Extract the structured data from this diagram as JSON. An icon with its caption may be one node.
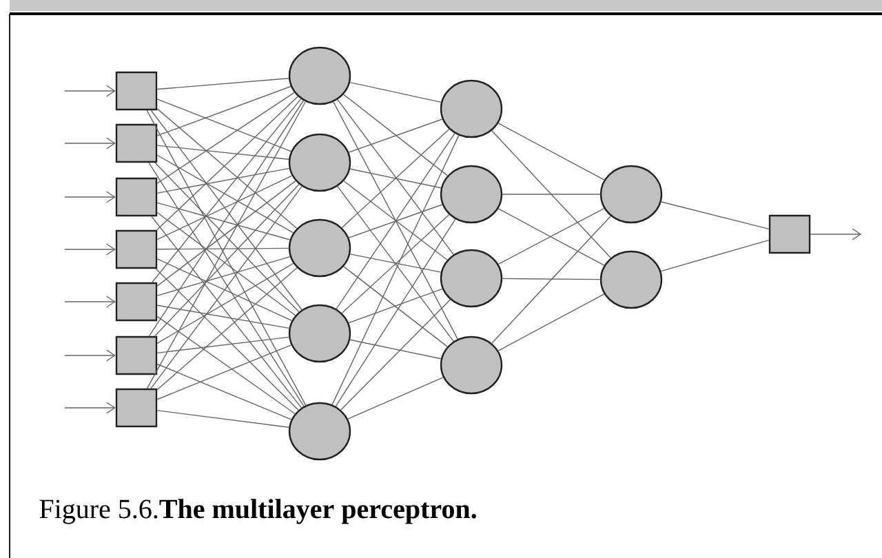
{
  "diagram": {
    "caption": "Figure 5.6.**The multilayer perceptron.**",
    "nodes": [
      {
        "text": [],
        "shape": "box"
      },
      {
        "text": [],
        "shape": "box"
      },
      {
        "text": [],
        "shape": "box"
      },
      {
        "text": [],
        "shape": "box"
      },
      {
        "text": [],
        "shape": "box"
      },
      {
        "text": [],
        "shape": "box"
      },
      {
        "text": [],
        "shape": "box"
      },
      {
        "text": [],
        "shape": "circle"
      },
      {
        "text": [],
        "shape": "circle"
      },
      {
        "text": [],
        "shape": "circle"
      },
      {
        "text": [],
        "shape": "circle"
      },
      {
        "text": [],
        "shape": "circle"
      },
      {
        "text": [],
        "shape": "circle"
      },
      {
        "text": [],
        "shape": "circle"
      },
      {
        "text": [],
        "shape": "circle"
      },
      {
        "text": [],
        "shape": "circle"
      },
      {
        "text": [],
        "shape": "circle"
      },
      {
        "text": [],
        "shape": "circle"
      },
      {
        "text": [],
        "shape": "box"
      }
    ],
    "edges": [
      {
        "from": null,
        "to": 0,
        "arrow": "to"
      },
      {
        "from": null,
        "to": 1,
        "arrow": "to"
      },
      {
        "from": null,
        "to": 2,
        "arrow": "to"
      },
      {
        "from": null,
        "to": 3,
        "arrow": "to"
      },
      {
        "from": null,
        "to": 4,
        "arrow": "to"
      },
      {
        "from": null,
        "to": 5,
        "arrow": "to"
      },
      {
        "from": null,
        "to": 6,
        "arrow": "to"
      },
      {
        "from": 0,
        "to": 7,
        "arrow": "none"
      },
      {
        "from": 0,
        "to": 8,
        "arrow": "none"
      },
      {
        "from": 0,
        "to": 9,
        "arrow": "none"
      },
      {
        "from": 0,
        "to": 10,
        "arrow": "none"
      },
      {
        "from": 0,
        "to": 11,
        "arrow": "none"
      },
      {
        "from": 1,
        "to": 7,
        "arrow": "none"
      },
      {
        "from": 1,
        "to": 8,
        "arrow": "none"
      },
      {
        "from": 1,
        "to": 9,
        "arrow": "none"
      },
      {
        "from": 1,
        "to": 10,
        "arrow": "none"
      },
      {
        "from": 1,
        "to": 11,
        "arrow": "none"
      },
      {
        "from": 2,
        "to": 7,
        "arrow": "none"
      },
      {
        "from": 2,
        "to": 8,
        "arrow": "none"
      },
      {
        "from": 2,
        "to": 9,
        "arrow": "none"
      },
      {
        "from": 2,
        "to": 10,
        "arrow": "none"
      },
      {
        "from": 2,
        "to": 11,
        "arrow": "none"
      },
      {
        "from": 3,
        "to": 7,
        "arrow": "none"
      },
      {
        "from": 3,
        "to": 8,
        "arrow": "none"
      },
      {
        "from": 3,
        "to": 9,
        "arrow": "none"
      },
      {
        "from": 3,
        "to": 10,
        "arrow": "none"
      },
      {
        "from": 3,
        "to": 11,
        "arrow": "none"
      },
      {
        "from": 4,
        "to": 7,
        "arrow": "none"
      },
      {
        "from": 4,
        "to": 8,
        "arrow": "none"
      },
      {
        "from": 4,
        "to": 9,
        "arrow": "none"
      },
      {
        "from": 4,
        "to": 10,
        "arrow": "none"
      },
      {
        "from": 4,
        "to": 11,
        "arrow": "none"
      },
      {
        "from": 5,
        "to": 7,
        "arrow": "none"
      },
      {
        "from": 5,
        "to": 8,
        "arrow": "none"
      },
      {
        "from": 5,
        "to": 9,
        "arrow": "none"
      },
      {
        "from": 5,
        "to": 10,
        "arrow": "none"
      },
      {
        "from": 5,
        "to": 11,
        "arrow": "none"
      },
      {
        "from": 6,
        "to": 7,
        "arrow": "none"
      },
      {
        "from": 6,
        "to": 8,
        "arrow": "none"
      },
      {
        "from": 6,
        "to": 9,
        "arrow": "none"
      },
      {
        "from": 6,
        "to": 10,
        "arrow": "none"
      },
      {
        "from": 6,
        "to": 11,
        "arrow": "none"
      },
      {
        "from": 7,
        "to": 12,
        "arrow": "none"
      },
      {
        "from": 7,
        "to": 13,
        "arrow": "none"
      },
      {
        "from": 7,
        "to": 14,
        "arrow": "none"
      },
      {
        "from": 7,
        "to": 15,
        "arrow": "none"
      },
      {
        "from": 8,
        "to": 12,
        "arrow": "none"
      },
      {
        "from": 8,
        "to": 13,
        "arrow": "none"
      },
      {
        "from": 8,
        "to": 14,
        "arrow": "none"
      },
      {
        "from": 8,
        "to": 15,
        "arrow": "none"
      },
      {
        "from": 9,
        "to": 12,
        "arrow": "none"
      },
      {
        "from": 9,
        "to": 13,
        "arrow": "none"
      },
      {
        "from": 9,
        "to": 14,
        "arrow": "none"
      },
      {
        "from": 9,
        "to": 15,
        "arrow": "none"
      },
      {
        "from": 10,
        "to": 12,
        "arrow": "none"
      },
      {
        "from": 10,
        "to": 13,
        "arrow": "none"
      },
      {
        "from": 10,
        "to": 14,
        "arrow": "none"
      },
      {
        "from": 10,
        "to": 15,
        "arrow": "none"
      },
      {
        "from": 11,
        "to": 12,
        "arrow": "none"
      },
      {
        "from": 11,
        "to": 13,
        "arrow": "none"
      },
      {
        "from": 11,
        "to": 14,
        "arrow": "none"
      },
      {
        "from": 11,
        "to": 15,
        "arrow": "none"
      },
      {
        "from": 12,
        "to": 16,
        "arrow": "none"
      },
      {
        "from": 12,
        "to": 17,
        "arrow": "none"
      },
      {
        "from": 13,
        "to": 16,
        "arrow": "none"
      },
      {
        "from": 13,
        "to": 17,
        "arrow": "none"
      },
      {
        "from": 14,
        "to": 16,
        "arrow": "none"
      },
      {
        "from": 14,
        "to": 17,
        "arrow": "none"
      },
      {
        "from": 15,
        "to": 16,
        "arrow": "none"
      },
      {
        "from": 15,
        "to": 17,
        "arrow": "none"
      },
      {
        "from": 16,
        "to": 18,
        "arrow": "none"
      },
      {
        "from": 17,
        "to": 18,
        "arrow": "none"
      },
      {
        "from": 18,
        "to": null,
        "arrow": "to"
      }
    ]
  }
}
